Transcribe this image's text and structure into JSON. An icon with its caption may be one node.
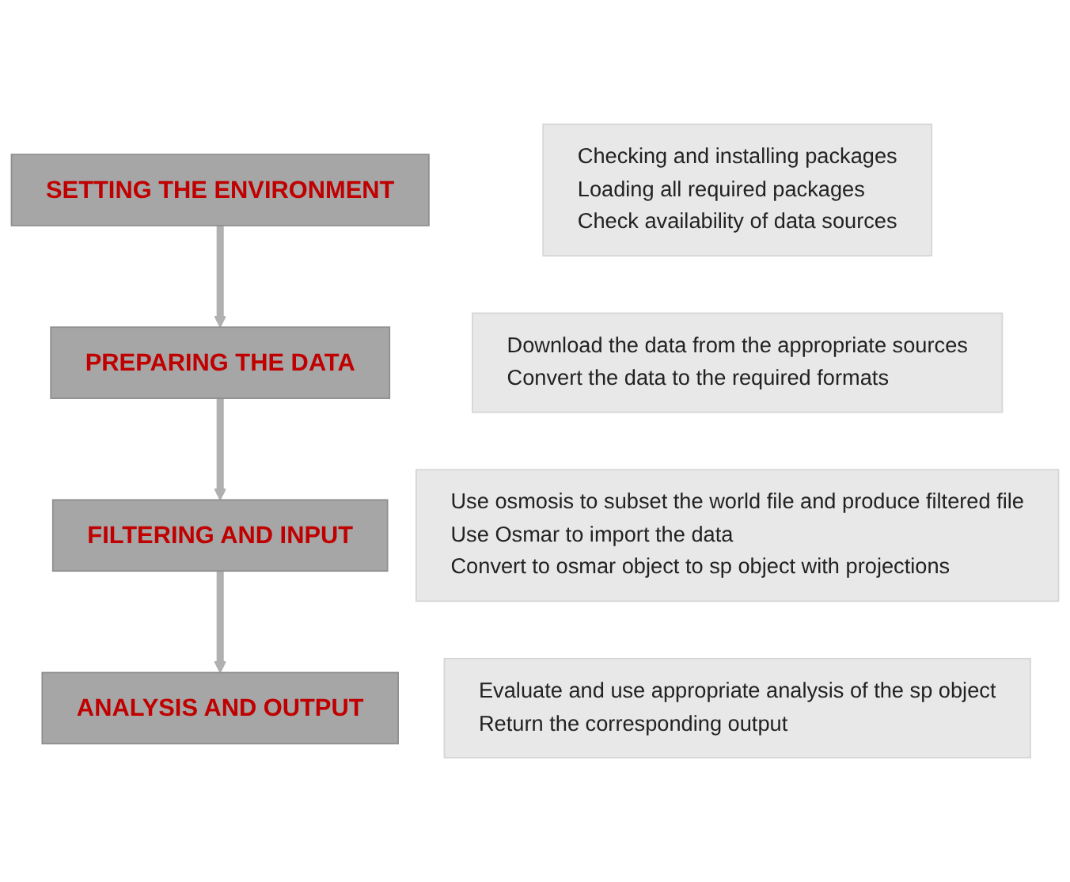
{
  "diagram": {
    "nodes": [
      {
        "text": [
          "SETTING THE ENVIRONMENT"
        ]
      },
      {
        "text": [
          "Checking and installing packages",
          "Loading all required packages",
          "Check availability of data sources"
        ]
      },
      {
        "text": [
          "PREPARING THE DATA"
        ]
      },
      {
        "text": [
          "Download the data from the appropriate sources",
          "Convert the data to the required formats"
        ]
      },
      {
        "text": [
          "FILTERING AND INPUT"
        ]
      },
      {
        "text": [
          "Use osmosis to subset the world file and produce filtered file",
          "Use Osmar to import the data",
          "Convert to osmar object to sp object with projections"
        ]
      },
      {
        "text": [
          "ANALYSIS AND OUTPUT"
        ]
      },
      {
        "text": [
          "Evaluate and use appropriate analysis of the sp object",
          "Return the corresponding output"
        ]
      }
    ],
    "edges": [
      {
        "from": 0,
        "to": 2,
        "arrow": "to"
      },
      {
        "from": 2,
        "to": 4,
        "arrow": "to"
      },
      {
        "from": 4,
        "to": 6,
        "arrow": "to"
      }
    ]
  }
}
